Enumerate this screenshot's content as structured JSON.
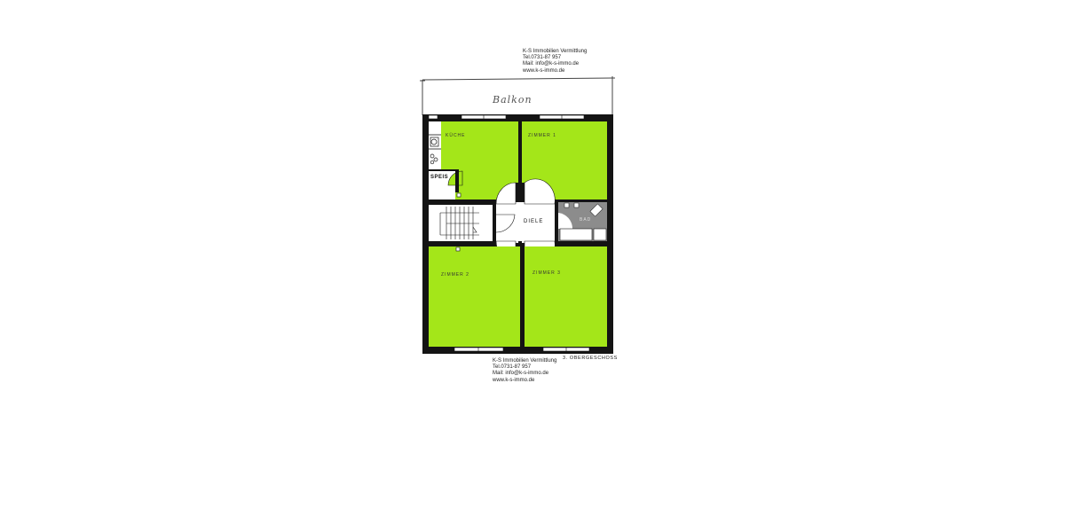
{
  "contact_top": {
    "company": "K-S Immobilien Vermittlung",
    "phone": "Tel.0731-87 957",
    "mail": "Mail: info@k-s-immo.de",
    "web": "www.k-s-immo.de"
  },
  "contact_bottom": {
    "company": "K-S Immobilien Vermittlung",
    "phone": "Tel.0731-87 957",
    "mail": "Mail: info@k-s-immo.de",
    "web": "www.k-s-immo.de"
  },
  "floor_plan": {
    "balcony_label": "Balkon",
    "floor_label": "3. OBERGESCHOSS",
    "rooms": [
      {
        "id": "kueche",
        "label": "KÜCHE"
      },
      {
        "id": "zimmer1",
        "label": "ZIMMER 1"
      },
      {
        "id": "speis",
        "label": "SPEIS"
      },
      {
        "id": "diele",
        "label": "DIELE"
      },
      {
        "id": "bad",
        "label": "BAD"
      },
      {
        "id": "zimmer2",
        "label": "ZIMMER 2"
      },
      {
        "id": "zimmer3",
        "label": "ZIMMER 3"
      }
    ],
    "colors": {
      "room_fill": "#a4e619",
      "wall": "#141414",
      "bath_fill": "#8c8c8c",
      "hall_fill": "#ffffff"
    }
  }
}
